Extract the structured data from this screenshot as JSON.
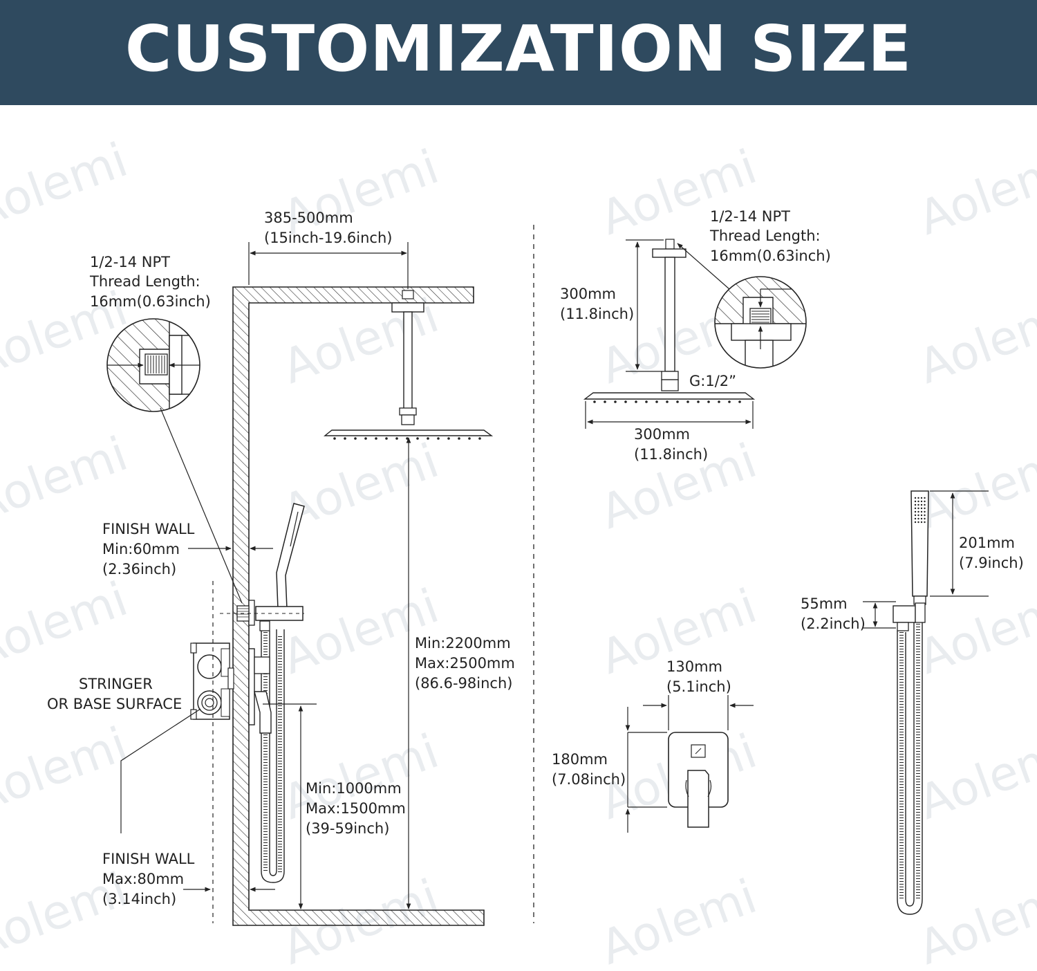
{
  "banner": {
    "title": "CUSTOMIZATION SIZE",
    "bg_color": "#2f4a5f"
  },
  "watermark": "Aolemi",
  "labels": {
    "arm_reach_mm": "385-500mm",
    "arm_reach_in": "(15inch-19.6inch)",
    "npt_left_1": "1/2-14 NPT",
    "npt_left_2": "Thread Length:",
    "npt_left_3": "16mm(0.63inch)",
    "finish_wall_top_1": "FINISH WALL",
    "finish_wall_top_2": "Min:60mm",
    "finish_wall_top_3": "(2.36inch)",
    "stringer_1": "STRINGER",
    "stringer_2": "OR BASE SURFACE",
    "finish_wall_bottom_1": "FINISH WALL",
    "finish_wall_bottom_2": "Max:80mm",
    "finish_wall_bottom_3": "(3.14inch)",
    "head_height_1": "Min:2200mm",
    "head_height_2": "Max:2500mm",
    "head_height_3": "(86.6-98inch)",
    "valve_height_1": "Min:1000mm",
    "valve_height_2": "Max:1500mm",
    "valve_height_3": "(39-59inch)",
    "npt_right_1": "1/2-14 NPT",
    "npt_right_2": "Thread Length:",
    "npt_right_3": "16mm(0.63inch)",
    "arm_len_mm": "300mm",
    "arm_len_in": "(11.8inch)",
    "g_thread": "G:1/2”",
    "head_w_mm": "300mm",
    "head_w_in": "(11.8inch)",
    "hand_len_mm": "201mm",
    "hand_len_in": "(7.9inch)",
    "holder_mm": "55mm",
    "holder_in": "(2.2inch)",
    "plate_w_mm": "130mm",
    "plate_w_in": "(5.1inch)",
    "plate_h_mm": "180mm",
    "plate_h_in": "(7.08inch)"
  }
}
